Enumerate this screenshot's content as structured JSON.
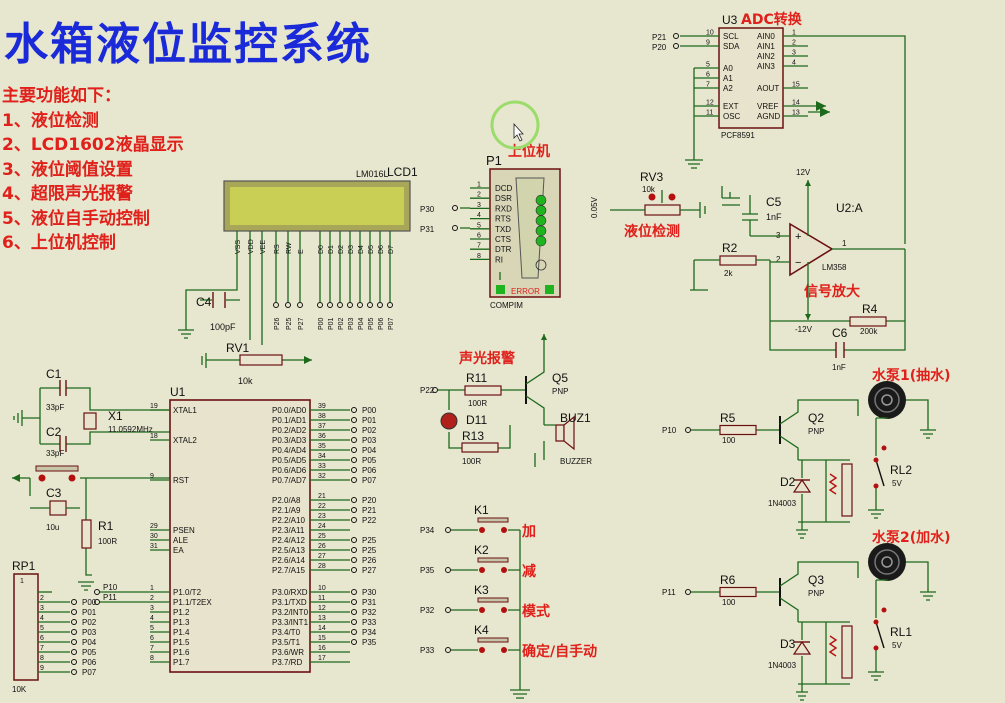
{
  "title": "水箱液位监控系统",
  "functions": {
    "heading": "主要功能如下：",
    "items": [
      "1、液位检测",
      "2、LCD1602液晶显示",
      "3、液位阈值设置",
      "4、超限声光报警",
      "5、液位自手动控制",
      "6、上位机控制"
    ]
  },
  "lcd": {
    "ref": "LCD1",
    "model": "LM016L",
    "pins": [
      "VSS",
      "VDD",
      "VEE",
      "RS",
      "RW",
      "E",
      "D0",
      "D1",
      "D2",
      "D3",
      "D4",
      "D5",
      "D6",
      "D7"
    ],
    "nets": [
      "P26",
      "P25",
      "P27",
      "P00",
      "P01",
      "P02",
      "P03",
      "P04",
      "P05",
      "P06",
      "P07"
    ]
  },
  "c4": {
    "ref": "C4",
    "value": "100pF"
  },
  "rv1": {
    "ref": "RV1",
    "value": "10k"
  },
  "p1": {
    "ref": "P1",
    "tag": "上位机",
    "model": "COMPIM",
    "pins": [
      "DCD",
      "DSR",
      "RXD",
      "RTS",
      "TXD",
      "CTS",
      "DTR",
      "RI"
    ],
    "nets": [
      "P30",
      "P31"
    ],
    "error": "ERROR"
  },
  "u3": {
    "ref": "U3",
    "tag": "ADC转换",
    "model": "PCF8591",
    "left_pins": [
      "SCL",
      "SDA",
      "A0",
      "A1",
      "A2",
      "EXT",
      "OSC"
    ],
    "right_pins": [
      "AIN0",
      "AIN1",
      "AIN2",
      "AIN3",
      "AOUT",
      "VREF",
      "AGND"
    ],
    "nets": [
      "P21",
      "P20"
    ],
    "pin_nums": [
      "10",
      "9",
      "5",
      "6",
      "7",
      "12",
      "11",
      "1",
      "2",
      "3",
      "4",
      "15",
      "14",
      "13"
    ]
  },
  "rv3": {
    "ref": "RV3",
    "value": "10k",
    "tag": "液位检测",
    "volt": "0.05V"
  },
  "c5": {
    "ref": "C5",
    "value": "1nF"
  },
  "u2": {
    "ref": "U2:A",
    "model": "LM358",
    "tag": "信号放大",
    "supply_pos": "12V",
    "supply_neg": "-12V",
    "pins": [
      "3",
      "2",
      "1"
    ]
  },
  "r2": {
    "ref": "R2",
    "value": "2k"
  },
  "r4": {
    "ref": "R4",
    "value": "200k"
  },
  "c6": {
    "ref": "C6",
    "value": "1nF"
  },
  "alarm": {
    "tag": "声光报警",
    "net": "P22",
    "r11": {
      "ref": "R11",
      "value": "100R"
    },
    "d11": "D11",
    "r13": {
      "ref": "R13",
      "value": "100R"
    },
    "q5": {
      "ref": "Q5",
      "type": "PNP"
    },
    "buz": {
      "ref": "BUZ1",
      "model": "BUZZER"
    }
  },
  "mcu": {
    "ref": "U1",
    "left_pins": [
      {
        "name": "XTAL1",
        "num": "19"
      },
      {
        "name": "XTAL2",
        "num": "18"
      },
      {
        "name": "RST",
        "num": "9"
      },
      {
        "name": "PSEN",
        "num": "29"
      },
      {
        "name": "ALE",
        "num": "30"
      },
      {
        "name": "EA",
        "num": "31"
      },
      {
        "name": "P1.0/T2",
        "num": "1"
      },
      {
        "name": "P1.1/T2EX",
        "num": "2"
      },
      {
        "name": "P1.2",
        "num": "3"
      },
      {
        "name": "P1.3",
        "num": "4"
      },
      {
        "name": "P1.4",
        "num": "5"
      },
      {
        "name": "P1.5",
        "num": "6"
      },
      {
        "name": "P1.6",
        "num": "7"
      },
      {
        "name": "P1.7",
        "num": "8"
      }
    ],
    "p0": [
      {
        "name": "P0.0/AD0",
        "num": "39",
        "net": "P00"
      },
      {
        "name": "P0.1/AD1",
        "num": "38",
        "net": "P01"
      },
      {
        "name": "P0.2/AD2",
        "num": "37",
        "net": "P02"
      },
      {
        "name": "P0.3/AD3",
        "num": "36",
        "net": "P03"
      },
      {
        "name": "P0.4/AD4",
        "num": "35",
        "net": "P04"
      },
      {
        "name": "P0.5/AD5",
        "num": "34",
        "net": "P05"
      },
      {
        "name": "P0.6/AD6",
        "num": "33",
        "net": "P06"
      },
      {
        "name": "P0.7/AD7",
        "num": "32",
        "net": "P07"
      }
    ],
    "p2": [
      {
        "name": "P2.0/A8",
        "num": "21",
        "net": "P20"
      },
      {
        "name": "P2.1/A9",
        "num": "22",
        "net": "P21"
      },
      {
        "name": "P2.2/A10",
        "num": "23",
        "net": "P22"
      },
      {
        "name": "P2.3/A11",
        "num": "24",
        "net": ""
      },
      {
        "name": "P2.4/A12",
        "num": "25",
        "net": "P25"
      },
      {
        "name": "P2.5/A13",
        "num": "26",
        "net": "P25"
      },
      {
        "name": "P2.6/A14",
        "num": "27",
        "net": "P26"
      },
      {
        "name": "P2.7/A15",
        "num": "28",
        "net": "P27"
      }
    ],
    "p3": [
      {
        "name": "P3.0/RXD",
        "num": "10",
        "net": "P30"
      },
      {
        "name": "P3.1/TXD",
        "num": "11",
        "net": "P31"
      },
      {
        "name": "P3.2/INT0",
        "num": "12",
        "net": "P32"
      },
      {
        "name": "P3.3/INT1",
        "num": "13",
        "net": "P33"
      },
      {
        "name": "P3.4/T0",
        "num": "14",
        "net": "P34"
      },
      {
        "name": "P3.5/T1",
        "num": "15",
        "net": "P35"
      },
      {
        "name": "P3.6/WR",
        "num": "16",
        "net": ""
      },
      {
        "name": "P3.7/RD",
        "num": "17",
        "net": ""
      }
    ],
    "p1_nets": [
      "P10",
      "P11"
    ]
  },
  "x1": {
    "ref": "X1",
    "value": "11.0592MHz"
  },
  "c1": {
    "ref": "C1",
    "value": "33pF"
  },
  "c2": {
    "ref": "C2",
    "value": "33pF"
  },
  "c3": {
    "ref": "C3",
    "value": "10u"
  },
  "r1": {
    "ref": "R1",
    "value": "100R"
  },
  "rp1": {
    "ref": "RP1",
    "value": "10K",
    "nets": [
      "P00",
      "P01",
      "P02",
      "P03",
      "P04",
      "P05",
      "P06",
      "P07"
    ]
  },
  "keys": [
    {
      "ref": "K1",
      "net": "P34",
      "tag": "加"
    },
    {
      "ref": "K2",
      "net": "P35",
      "tag": "减"
    },
    {
      "ref": "K3",
      "net": "P32",
      "tag": "模式"
    },
    {
      "ref": "K4",
      "net": "P33",
      "tag": "确定/自手动"
    }
  ],
  "pump1": {
    "tag": "水泵1(抽水)",
    "net": "P10",
    "r": {
      "ref": "R5",
      "value": "100"
    },
    "q": {
      "ref": "Q2",
      "type": "PNP"
    },
    "d": {
      "ref": "D2",
      "model": "1N4003"
    },
    "rl": {
      "ref": "RL2",
      "value": "5V"
    }
  },
  "pump2": {
    "tag": "水泵2(加水)",
    "net": "P11",
    "r": {
      "ref": "R6",
      "value": "100"
    },
    "q": {
      "ref": "Q3",
      "type": "PNP"
    },
    "d": {
      "ref": "D3",
      "model": "1N4003"
    },
    "rl": {
      "ref": "RL1",
      "value": "5V"
    }
  },
  "colors": {
    "title": "#1a2ad8",
    "annotation": "#e0201a",
    "wire": "#1c6a1c",
    "body": "#6b1010",
    "background": "#e7e6cf"
  }
}
